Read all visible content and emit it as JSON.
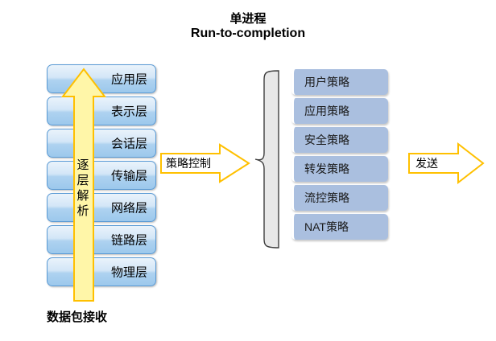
{
  "title": {
    "line1": "单进程",
    "line2": "Run-to-completion"
  },
  "osi_stack": {
    "name": "OSI protocol stack",
    "layers": [
      {
        "label": "应用层"
      },
      {
        "label": "表示层"
      },
      {
        "label": "会话层"
      },
      {
        "label": "传输层"
      },
      {
        "label": "网络层"
      },
      {
        "label": "链路层"
      },
      {
        "label": "物理层"
      }
    ]
  },
  "up_arrow": {
    "label": "逐层解析",
    "direction": "up",
    "color": "#fff6a8",
    "border_color": "#ffc000"
  },
  "bottom_caption": "数据包接收",
  "mid_arrow": {
    "label": "策略控制",
    "direction": "right",
    "color": "#ffffff",
    "border_color": "#ffc000"
  },
  "right_arrow": {
    "label": "发送",
    "direction": "right",
    "color": "#ffffff",
    "border_color": "#ffc000"
  },
  "brace": {
    "name": "left-curly-brace",
    "fill_color": "#e8e8e8",
    "stroke_color": "#3f3f3f"
  },
  "policy_stack": {
    "name": "policy list",
    "items": [
      {
        "label": "用户策略"
      },
      {
        "label": "应用策略"
      },
      {
        "label": "安全策略"
      },
      {
        "label": "转发策略"
      },
      {
        "label": "流控策略"
      },
      {
        "label": "NAT策略"
      }
    ],
    "box_color": "#aabfdf"
  },
  "colors": {
    "layer_border": "#5b9bd5",
    "layer_fill_top": "#eaf3fb",
    "layer_fill_bottom": "#9cc8ec",
    "arrow_yellow_fill": "#fff6a8",
    "arrow_yellow_border": "#ffc000",
    "background": "#ffffff"
  }
}
